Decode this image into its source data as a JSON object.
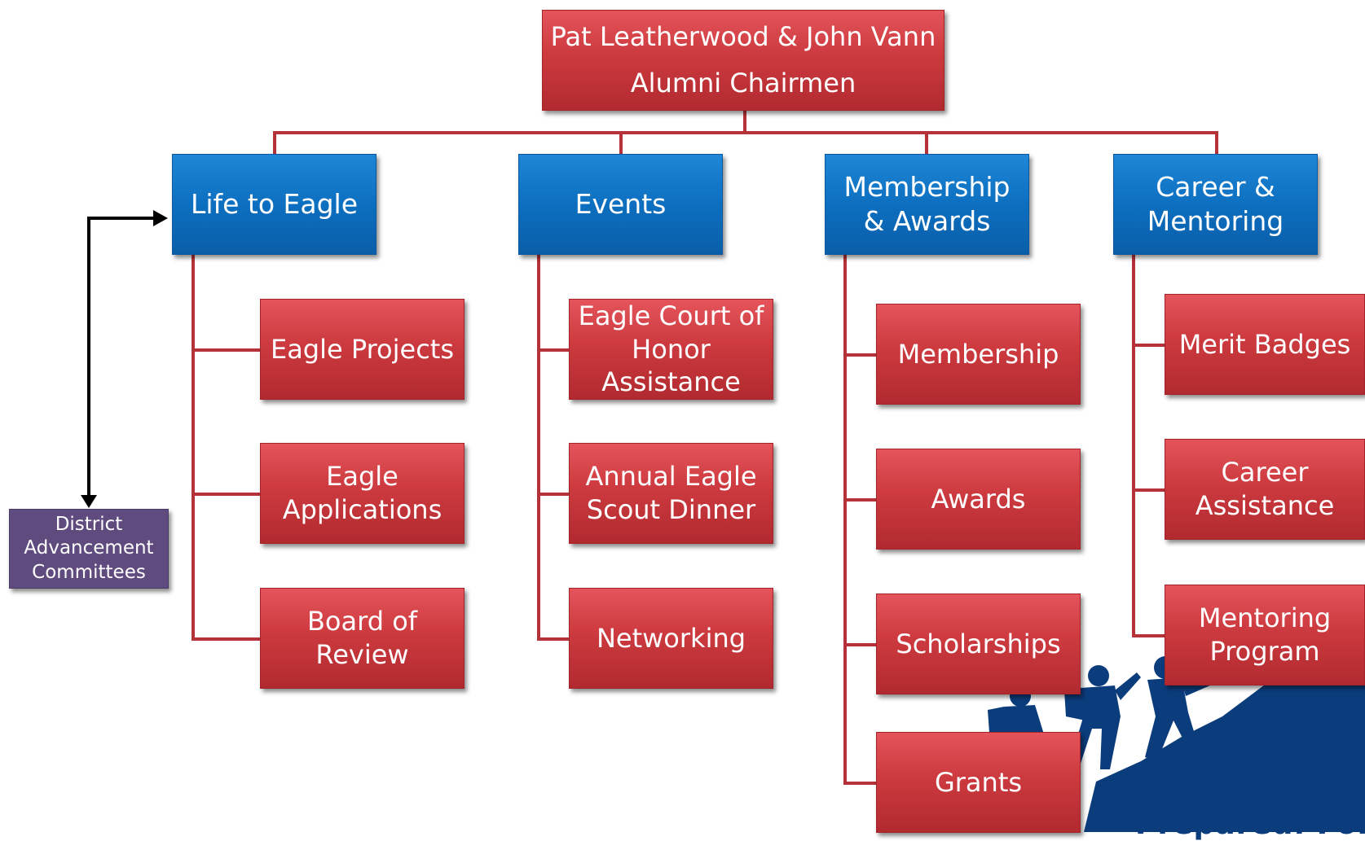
{
  "root": {
    "line1": "Pat Leatherwood & John Vann",
    "line2": "Alumni Chairmen"
  },
  "branches": [
    {
      "label": "Life to Eagle",
      "children": [
        "Eagle Projects",
        "Eagle Applications",
        "Board of Review"
      ]
    },
    {
      "label": "Events",
      "children": [
        "Eagle Court of Honor Assistance",
        "Annual Eagle Scout Dinner",
        "Networking"
      ]
    },
    {
      "label": "Membership & Awards",
      "children": [
        "Membership",
        "Awards",
        "Scholarships",
        "Grants"
      ]
    },
    {
      "label": "Career & Mentoring",
      "children": [
        "Merit Badges",
        "Career Assistance",
        "Mentoring Program"
      ]
    }
  ],
  "side_box": {
    "label": "District Advancement Committees"
  },
  "footer_text": "Prepared. For L",
  "colors": {
    "red_box": "#cc3a3f",
    "blue_box": "#0d6fc0",
    "purple_box": "#5f4b7e",
    "connector": "#b6323a",
    "arrow": "#000000",
    "silhouette": "#0b3c7c"
  }
}
